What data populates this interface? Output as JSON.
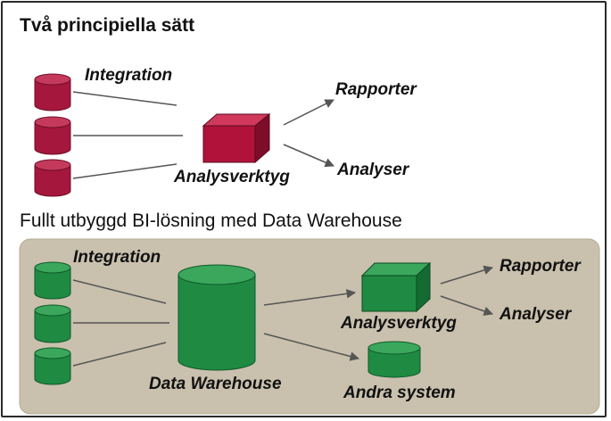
{
  "title": "Två principiella sätt",
  "subtitle": "Fullt utbyggd BI-lösning med Data Warehouse",
  "top": {
    "integration_label": "Integration",
    "tool_label": "Analysverktyg",
    "output1": "Rapporter",
    "output2": "Analyser",
    "source_color": "#a5173c",
    "tool_color": "#b0123a"
  },
  "bottom": {
    "integration_label": "Integration",
    "warehouse_label": "Data Warehouse",
    "tool_label": "Analysverktyg",
    "other_label": "Andra system",
    "output1": "Rapporter",
    "output2": "Analyser",
    "panel_color": "#c9c0ad",
    "shape_color": "#1f8a42"
  }
}
